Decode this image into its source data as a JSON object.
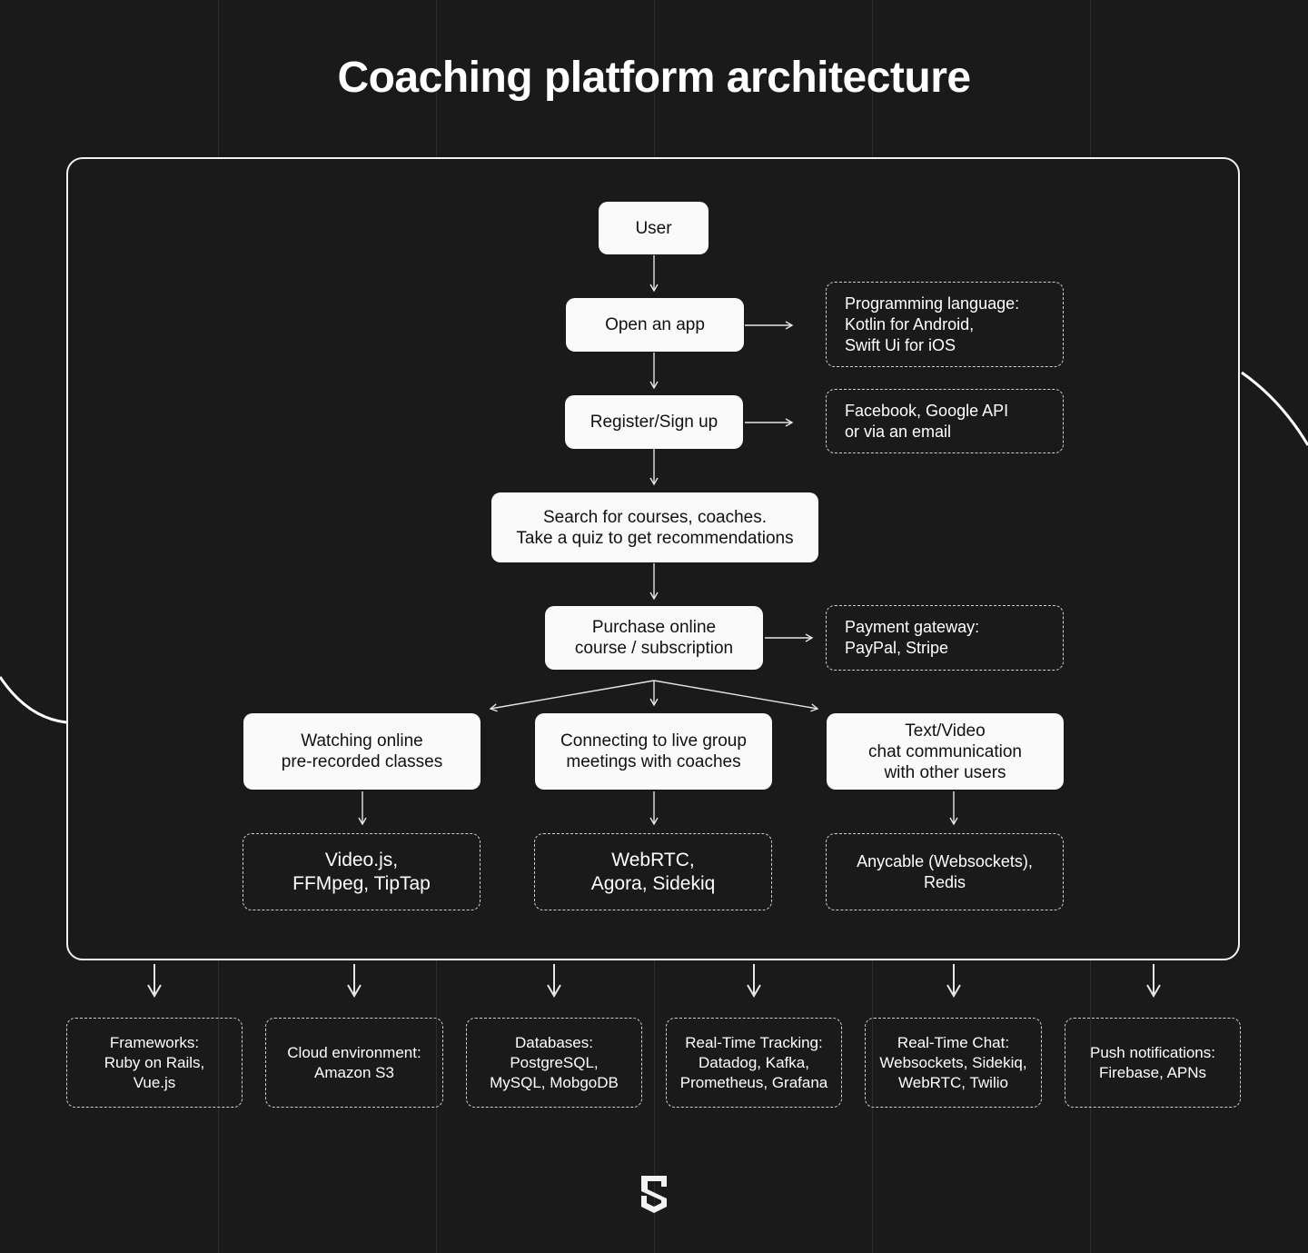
{
  "title": "Coaching platform architecture",
  "flow": {
    "user": "User",
    "open_app": "Open an app",
    "register": "Register/Sign up",
    "search": "Search for courses, coaches.\nTake a quiz to get recommendations",
    "purchase": "Purchase online\ncourse / subscription",
    "watching": "Watching online\npre-recorded classes",
    "connecting": "Connecting to live group\nmeetings with coaches",
    "chat": "Text/Video\nchat communication\nwith other users"
  },
  "notes": {
    "programming_language": "Programming language:\nKotlin for Android,\nSwift Ui for iOS",
    "auth": "Facebook, Google API\nor via an email",
    "payment": "Payment gateway:\nPayPal, Stripe",
    "video_tools": "Video.js,\nFFMpeg, TipTap",
    "live_tools": "WebRTC,\nAgora, Sidekiq",
    "chat_tools": "Anycable (Websockets),\nRedis"
  },
  "stack": [
    "Frameworks:\nRuby on Rails,\nVue.js",
    "Cloud environment:\nAmazon S3",
    "Databases:\nPostgreSQL,\nMySQL, MobgoDB",
    "Real-Time Tracking:\nDatadog, Kafka,\nPrometheus, Grafana",
    "Real-Time Chat:\nWebsockets, Sidekiq,\nWebRTC, Twilio",
    "Push notifications:\nFirebase, APNs"
  ],
  "colors": {
    "background": "#1a1a1a",
    "box_fill": "#fafafa",
    "text_on_box": "#111111",
    "line": "#e6e6e6"
  },
  "icons": {
    "logo": "s-shield-logo"
  }
}
